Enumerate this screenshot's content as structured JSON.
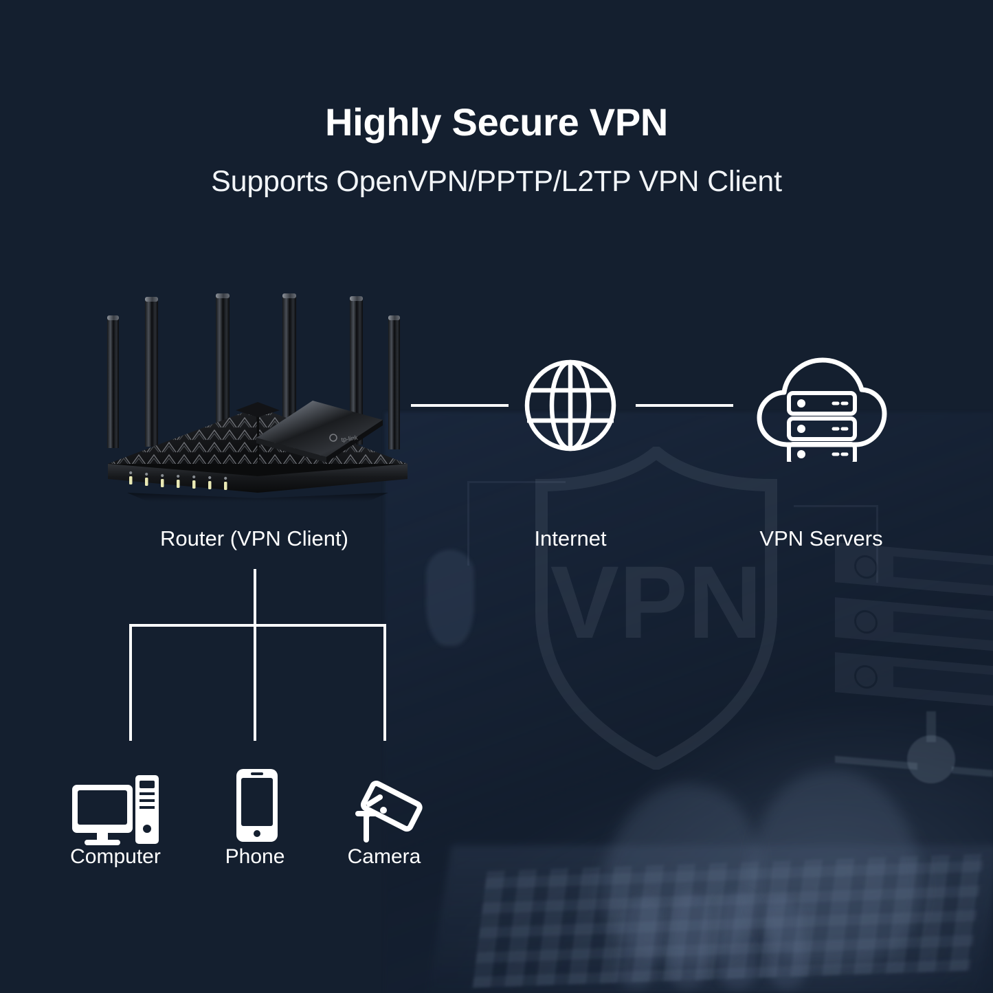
{
  "page": {
    "background_color": "#141f2f",
    "accent_color": "#ffffff",
    "title": "Highly Secure VPN",
    "subtitle": "Supports OpenVPN/PPTP/L2TP VPN Client"
  },
  "watermark": {
    "shield_text": "VPN",
    "shield_icon": "shield-icon",
    "rack_icon": "server-rack-icon",
    "photo_description": "hands-on-laptop-keyboard"
  },
  "diagram": {
    "nodes": [
      {
        "id": "router",
        "icon": "wifi-router-icon",
        "label": "Router (VPN Client)"
      },
      {
        "id": "internet",
        "icon": "globe-icon",
        "label": "Internet"
      },
      {
        "id": "servers",
        "icon": "cloud-server-icon",
        "label": "VPN Servers"
      }
    ],
    "clients": [
      {
        "id": "computer",
        "icon": "desktop-computer-icon",
        "label": "Computer"
      },
      {
        "id": "phone",
        "icon": "smartphone-icon",
        "label": "Phone"
      },
      {
        "id": "camera",
        "icon": "security-camera-icon",
        "label": "Camera"
      }
    ],
    "links": [
      {
        "from": "router",
        "to": "internet"
      },
      {
        "from": "internet",
        "to": "servers"
      },
      {
        "from": "router",
        "to": "computer"
      },
      {
        "from": "router",
        "to": "phone"
      },
      {
        "from": "router",
        "to": "camera"
      }
    ]
  },
  "router_device": {
    "brand": "tp-link",
    "antenna_count": 6,
    "led_count": 7,
    "led_color": "#e9e9b4"
  }
}
